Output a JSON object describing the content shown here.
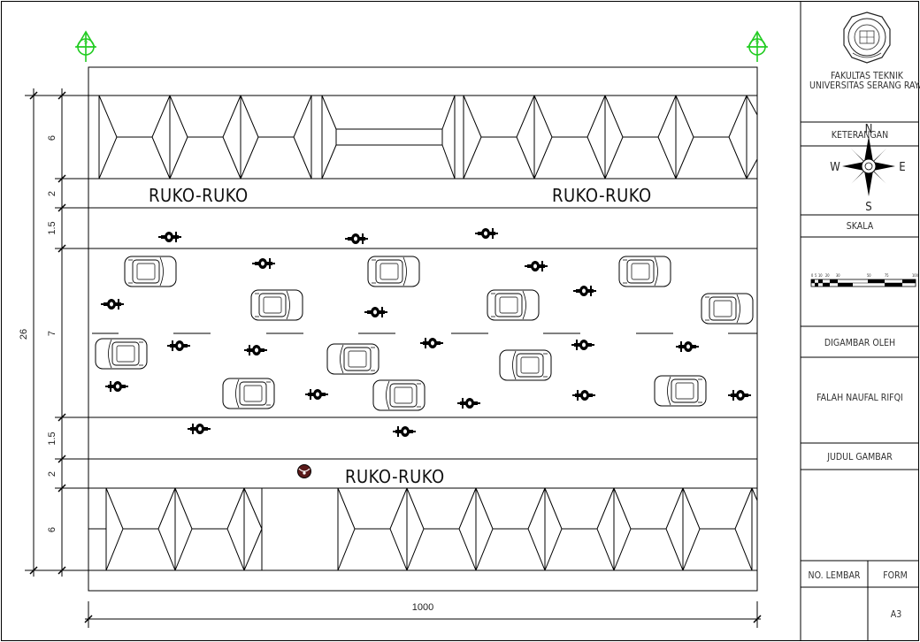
{
  "dimensions": {
    "total": "26",
    "rows": [
      "6",
      "2",
      "1.5",
      "7",
      "1.5",
      "2",
      "6"
    ],
    "width": "1000"
  },
  "labels": {
    "shop_top_left": "RUKO-RUKO",
    "shop_top_right": "RUKO-RUKO",
    "shop_bottom": "RUKO-RUKO"
  },
  "marker": {
    "symbol": "9"
  },
  "title_block": {
    "institution_line1": "FAKULTAS TEKNIK",
    "institution_line2": "UNIVERSITAS SERANG RAYA",
    "keterangan": "KETERANGAN",
    "compass": {
      "n": "N",
      "s": "S",
      "e": "E",
      "w": "W"
    },
    "skala": "SKALA",
    "scale_ticks": [
      "0",
      "5",
      "10",
      "20",
      "30",
      "50",
      "75",
      "100"
    ],
    "digambar_oleh": "DIGAMBAR OLEH",
    "author": "FALAH NAUFAL RIFQI",
    "judul_gambar": "JUDUL GAMBAR",
    "no_lembar": "NO. LEMBAR",
    "form": "FORM",
    "paper": "A3"
  },
  "colors": {
    "marker": "#22cc22",
    "line": "#000000",
    "tree": "#5a1a1a"
  }
}
